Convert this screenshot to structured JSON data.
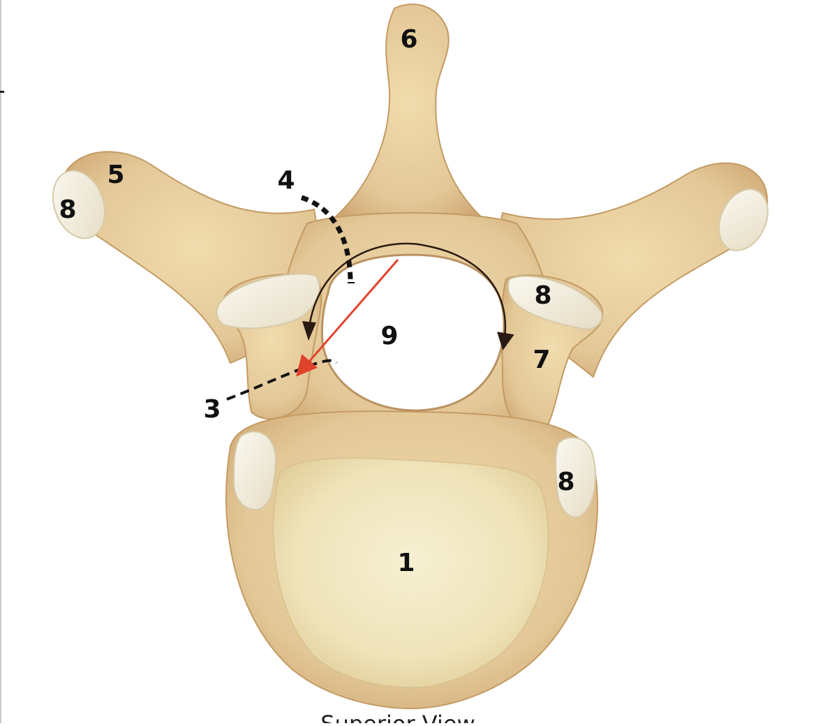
{
  "diagram": {
    "labels": {
      "body": "1",
      "lamina": "3",
      "pedicle_line": "4",
      "transverse_process": "5",
      "spinous_process": "6",
      "superior_articular_process": "7",
      "facet_left_transverse": "8",
      "facet_right_superior": "8",
      "facet_right_body": "8",
      "vertebral_foramen": "9"
    },
    "caption": "Superior View",
    "colors": {
      "bone": "#e3c797",
      "bone_dark": "#c8a36e",
      "body_surface": "#efe3b9",
      "facet": "#f3efe2",
      "arrow_red": "#e0432b",
      "arrow_dark": "#2a1a12",
      "dash": "#111111"
    }
  }
}
